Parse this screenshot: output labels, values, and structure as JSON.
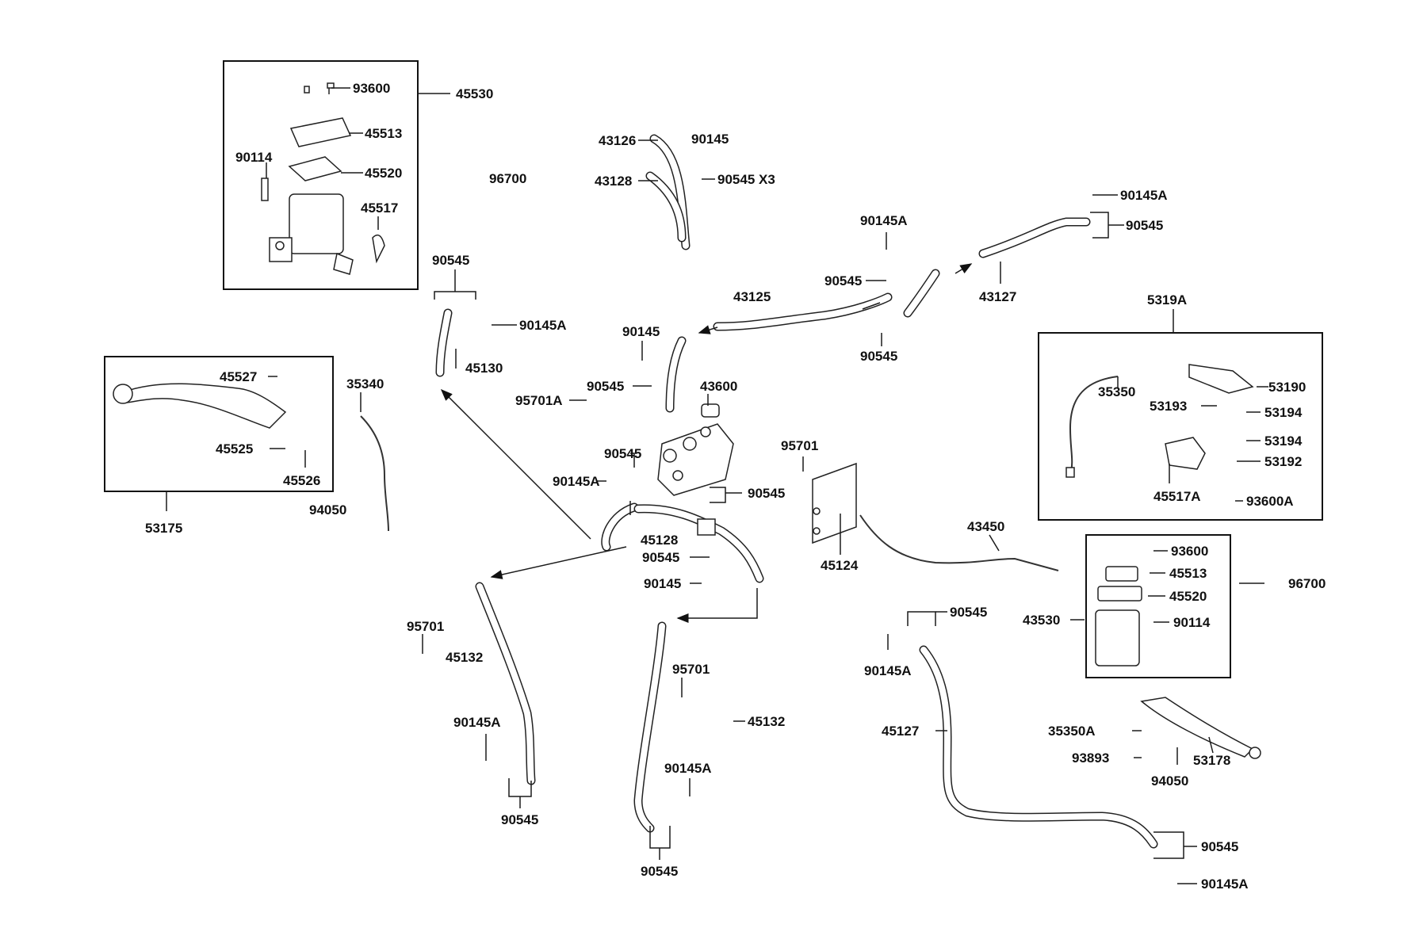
{
  "labels": {
    "l93600a": "93600",
    "l45530": "45530",
    "l45513a": "45513",
    "l90114a": "90114",
    "l45520a": "45520",
    "l45517": "45517",
    "l96700a": "96700",
    "l43126": "43126",
    "l90145a": "90145",
    "l43128": "43128",
    "l90545x3": "90545 X3",
    "l90145A_a": "90145A",
    "l90545_a": "90545",
    "l90145A_b": "90145A",
    "l90545_b": "90545",
    "l43125": "43125",
    "l90545_c": "90545",
    "l43127": "43127",
    "l90545_d": "90545",
    "l90145A_c": "90145A",
    "l45130": "45130",
    "l5319A": "5319A",
    "l45527": "45527",
    "l35340": "35340",
    "l90145b": "90145",
    "l90545_e": "90545",
    "l43600": "43600",
    "l95701A": "95701A",
    "l35350": "35350",
    "l53190": "53190",
    "l53193": "53193",
    "l53194a": "53194",
    "l53194b": "53194",
    "l53192": "53192",
    "l45517A": "45517A",
    "l93600A": "93600A",
    "l45525": "45525",
    "l45526": "45526",
    "l90545_f": "90545",
    "l95701a": "95701",
    "l90145A_d": "90145A",
    "l90545_g": "90545",
    "l53175": "53175",
    "l94050a": "94050",
    "l45128": "45128",
    "l45124": "45124",
    "l43450": "43450",
    "l90545_h": "90545",
    "l90145c": "90145",
    "l93600b": "93600",
    "l45513b": "45513",
    "l45520b": "45520",
    "l96700b": "96700",
    "l43530": "43530",
    "l90114b": "90114",
    "l90545_i": "90545",
    "l95701b": "95701",
    "l45132a": "45132",
    "l90145A_e": "90145A",
    "l95701c": "95701",
    "l45132b": "45132",
    "l45127": "45127",
    "l35350A": "35350A",
    "l93893": "93893",
    "l94050b": "94050",
    "l53178": "53178",
    "l90145A_f": "90145A",
    "l90545_j": "90545",
    "l90145A_g": "90145A",
    "l90545_k": "90545",
    "l90545_l": "90545",
    "l90145A_h": "90145A"
  }
}
